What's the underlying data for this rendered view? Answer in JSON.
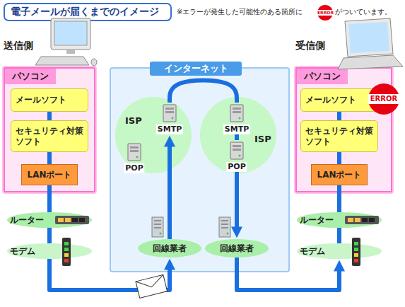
{
  "diagram": {
    "title": "電子メールが届くまでのイメージ",
    "nodes": [
      {
        "text": [
          "パソコン"
        ]
      },
      {
        "text": [
          "メールソフト"
        ],
        "in": 0
      },
      {
        "text": [
          "セキュリティ対策 ソフト"
        ],
        "in": 0
      },
      {
        "text": [
          "LANポート"
        ],
        "in": 0
      },
      {
        "text": [
          "ルーター"
        ]
      },
      {
        "text": [
          "モデム"
        ]
      },
      {
        "text": [
          "インターネット"
        ]
      },
      {
        "text": [
          "ISP"
        ],
        "in": 6
      },
      {
        "text": [
          "SMTP"
        ],
        "in": 7
      },
      {
        "text": [
          "POP"
        ],
        "in": 7
      },
      {
        "text": [
          "ISP"
        ],
        "in": 6
      },
      {
        "text": [
          "SMTP"
        ],
        "in": 10
      },
      {
        "text": [
          "POP"
        ],
        "in": 10
      },
      {
        "text": [
          "回線業者"
        ],
        "in": 6
      },
      {
        "text": [
          "回線業者"
        ],
        "in": 6
      },
      {
        "text": [
          "パソコン"
        ]
      },
      {
        "text": [
          "メールソフト"
        ],
        "in": 15
      },
      {
        "text": [
          "セキュリティ対策 ソフト"
        ],
        "in": 15
      },
      {
        "text": [
          "LANポート"
        ],
        "in": 15
      },
      {
        "text": [
          "ルーター"
        ]
      },
      {
        "text": [
          "モデム"
        ]
      }
    ],
    "edges": [
      {
        "from": 1,
        "to": 2,
        "arrow": "none"
      },
      {
        "from": 2,
        "to": 3,
        "arrow": "none"
      },
      {
        "from": 3,
        "to": 4,
        "arrow": "none"
      },
      {
        "from": 4,
        "to": 5,
        "arrow": "none"
      },
      {
        "from": 5,
        "to": 13,
        "arrow": "to"
      },
      {
        "from": 13,
        "to": 8,
        "arrow": "to"
      },
      {
        "from": 8,
        "to": 11,
        "arrow": "none"
      },
      {
        "from": 11,
        "to": 12,
        "arrow": "none"
      },
      {
        "from": 12,
        "to": 14,
        "arrow": "to"
      },
      {
        "from": 14,
        "to": 20,
        "arrow": "to"
      },
      {
        "from": 20,
        "to": 19,
        "arrow": "none"
      },
      {
        "from": 19,
        "to": 18,
        "arrow": "none"
      },
      {
        "from": 18,
        "to": 17,
        "arrow": "none"
      },
      {
        "from": 17,
        "to": 16,
        "arrow": "none"
      }
    ],
    "labels": [
      "※エラーが発生した可能性のある箇所に",
      "ERROR",
      "がついています。",
      "送信側",
      "受信側",
      "ERROR"
    ]
  }
}
